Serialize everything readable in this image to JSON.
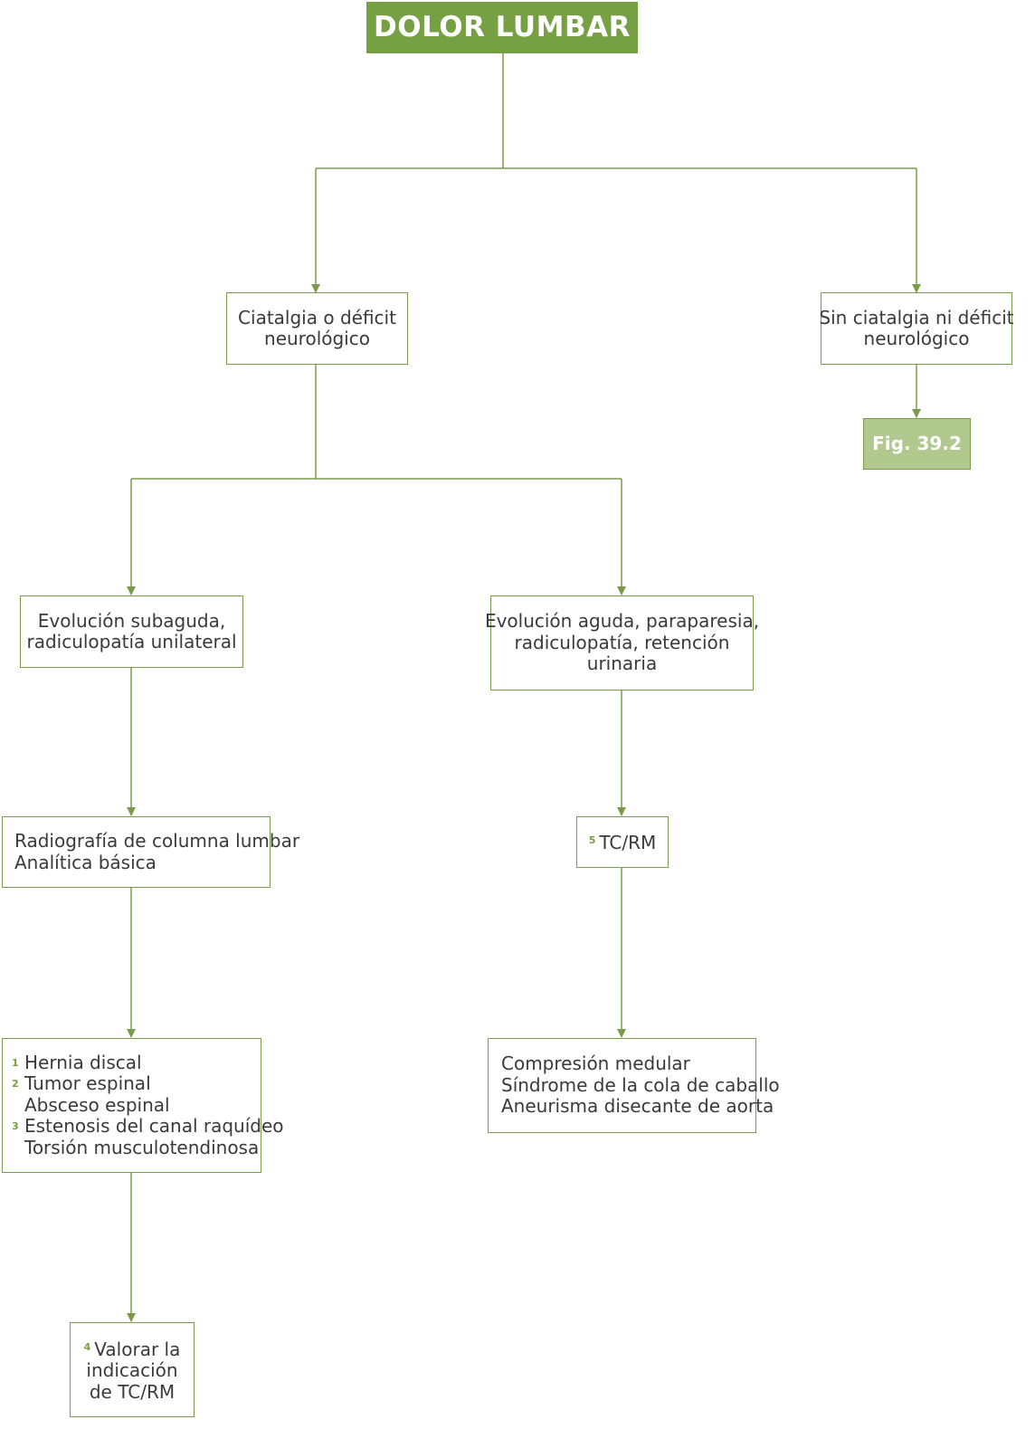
{
  "title": "DOLOR LUMBAR",
  "nodes": {
    "ciatalgia": {
      "lines": [
        "Ciatalgia o déficit",
        "neurológico"
      ]
    },
    "sin_ciatalgia": {
      "lines": [
        "Sin ciatalgia ni déficit",
        "neurológico"
      ]
    },
    "fig_ref": "Fig. 39.2",
    "subaguda": {
      "lines": [
        "Evolución subaguda,",
        "radiculopatía unilateral"
      ]
    },
    "aguda": {
      "lines": [
        "Evolución aguda, paraparesia,",
        "radiculopatía, retención",
        "urinaria"
      ]
    },
    "radiografia": {
      "lines": [
        "Radiografía de columna lumbar",
        "Analítica básica"
      ]
    },
    "tcrm": {
      "num": "5",
      "text": "TC/RM"
    },
    "diagnosticos_subaguda": [
      {
        "num": "1",
        "text": "Hernia discal"
      },
      {
        "num": "2",
        "text": "Tumor espinal"
      },
      {
        "num": "",
        "text": "Absceso espinal"
      },
      {
        "num": "3",
        "text": "Estenosis del canal raquídeo"
      },
      {
        "num": "",
        "text": "Torsión musculotendinosa"
      }
    ],
    "diagnosticos_aguda": [
      "Compresión medular",
      "Síndrome de la cola de caballo",
      "Aneurisma disecante de aorta"
    ],
    "valorar": {
      "num": "4",
      "lines": [
        "Valorar la",
        "indicación",
        "de TC/RM"
      ]
    }
  },
  "colors": {
    "accent": "#76a043",
    "border": "#7a9b4a",
    "fig_fill": "#b1c88f",
    "text": "#3a3a3a"
  }
}
